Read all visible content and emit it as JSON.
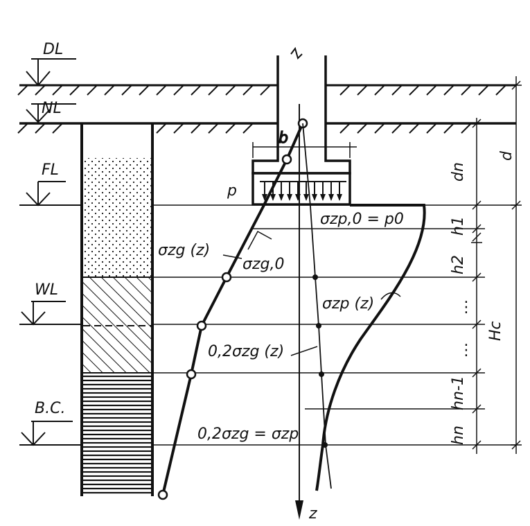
{
  "levels": {
    "dl": "DL",
    "nl": "NL",
    "fl": "FL",
    "wl": "WL",
    "bc": "B.C."
  },
  "labels": {
    "b": "b",
    "p": "p",
    "sigma_zp0": "σzp,0 = p0",
    "sigma_zg0": "σzg,0",
    "sigma_zg_z": "σzg (z)",
    "sigma_zp_z": "σzp (z)",
    "point2_sigma_zg_z": "0,2σzg (z)",
    "bottom_condition": "0,2σzg = σzp",
    "z_axis": "z"
  },
  "dimensions": {
    "d": "d",
    "dn": "dn",
    "h1": "h1",
    "h2": "h2",
    "dots1": "⋮",
    "dots2": "⋮",
    "hn1": "hn-1",
    "hn": "hn",
    "hc": "Hc"
  },
  "colors": {
    "ink": "#111111",
    "paper": "#ffffff"
  }
}
